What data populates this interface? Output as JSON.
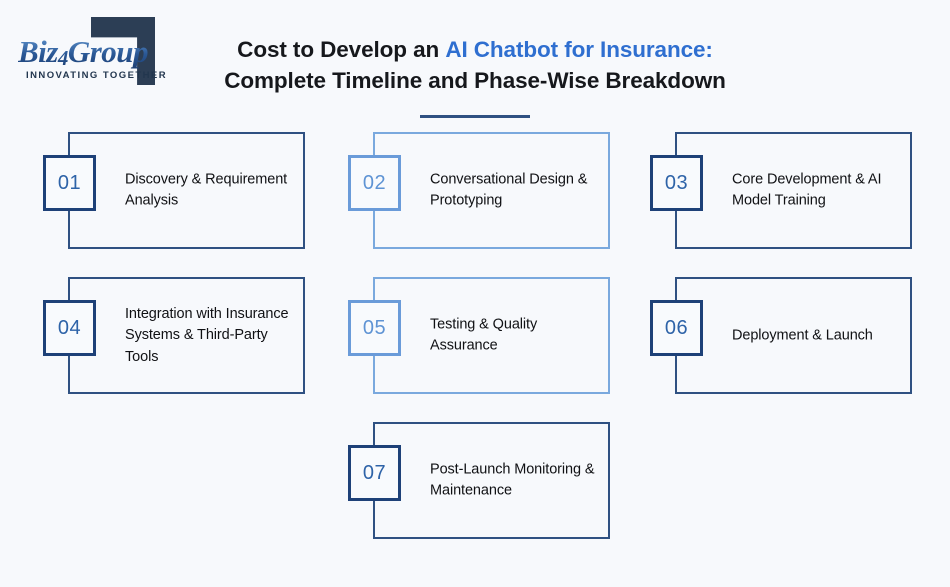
{
  "brand": {
    "wordmark_pre": "Biz",
    "wordmark_num": "4",
    "wordmark_post": "Group",
    "tagline": "INNOVATING TOGETHER",
    "mark_icon": "angular-bracket-mark-icon",
    "colors": {
      "mark_navy": "#2c3e55",
      "wordmark_blue": "#2a5896"
    }
  },
  "header": {
    "title_line1_plain": "Cost to Develop an ",
    "title_line1_accent": "AI Chatbot for Insurance:",
    "title_line2": "Complete Timeline and Phase-Wise Breakdown",
    "accent_color": "#2f6fd0",
    "text_color": "#16181c",
    "rule_color": "#2f5182"
  },
  "page": {
    "background": "#f7f9fc"
  },
  "phases": [
    {
      "number": "01",
      "title": "Discovery & Requirement Analysis",
      "tone": "dark",
      "border_color": "#2f5182",
      "number_color": "#2e63a8"
    },
    {
      "number": "02",
      "title": "Conversational Design & Prototyping",
      "tone": "light",
      "border_color": "#7aa9de",
      "number_color": "#5e93d4"
    },
    {
      "number": "03",
      "title": "Core Development & AI Model Training",
      "tone": "dark",
      "border_color": "#2f5182",
      "number_color": "#2e63a8"
    },
    {
      "number": "04",
      "title": "Integration with Insurance Systems & Third-Party Tools",
      "tone": "dark",
      "border_color": "#2f5182",
      "number_color": "#2e63a8"
    },
    {
      "number": "05",
      "title": "Testing & Quality Assurance",
      "tone": "light",
      "border_color": "#7aa9de",
      "number_color": "#5e93d4"
    },
    {
      "number": "06",
      "title": "Deployment & Launch",
      "tone": "dark",
      "border_color": "#2f5182",
      "number_color": "#2e63a8"
    },
    {
      "number": "07",
      "title": "Post-Launch Monitoring & Maintenance",
      "tone": "dark",
      "border_color": "#2f5182",
      "number_color": "#2e63a8"
    }
  ]
}
